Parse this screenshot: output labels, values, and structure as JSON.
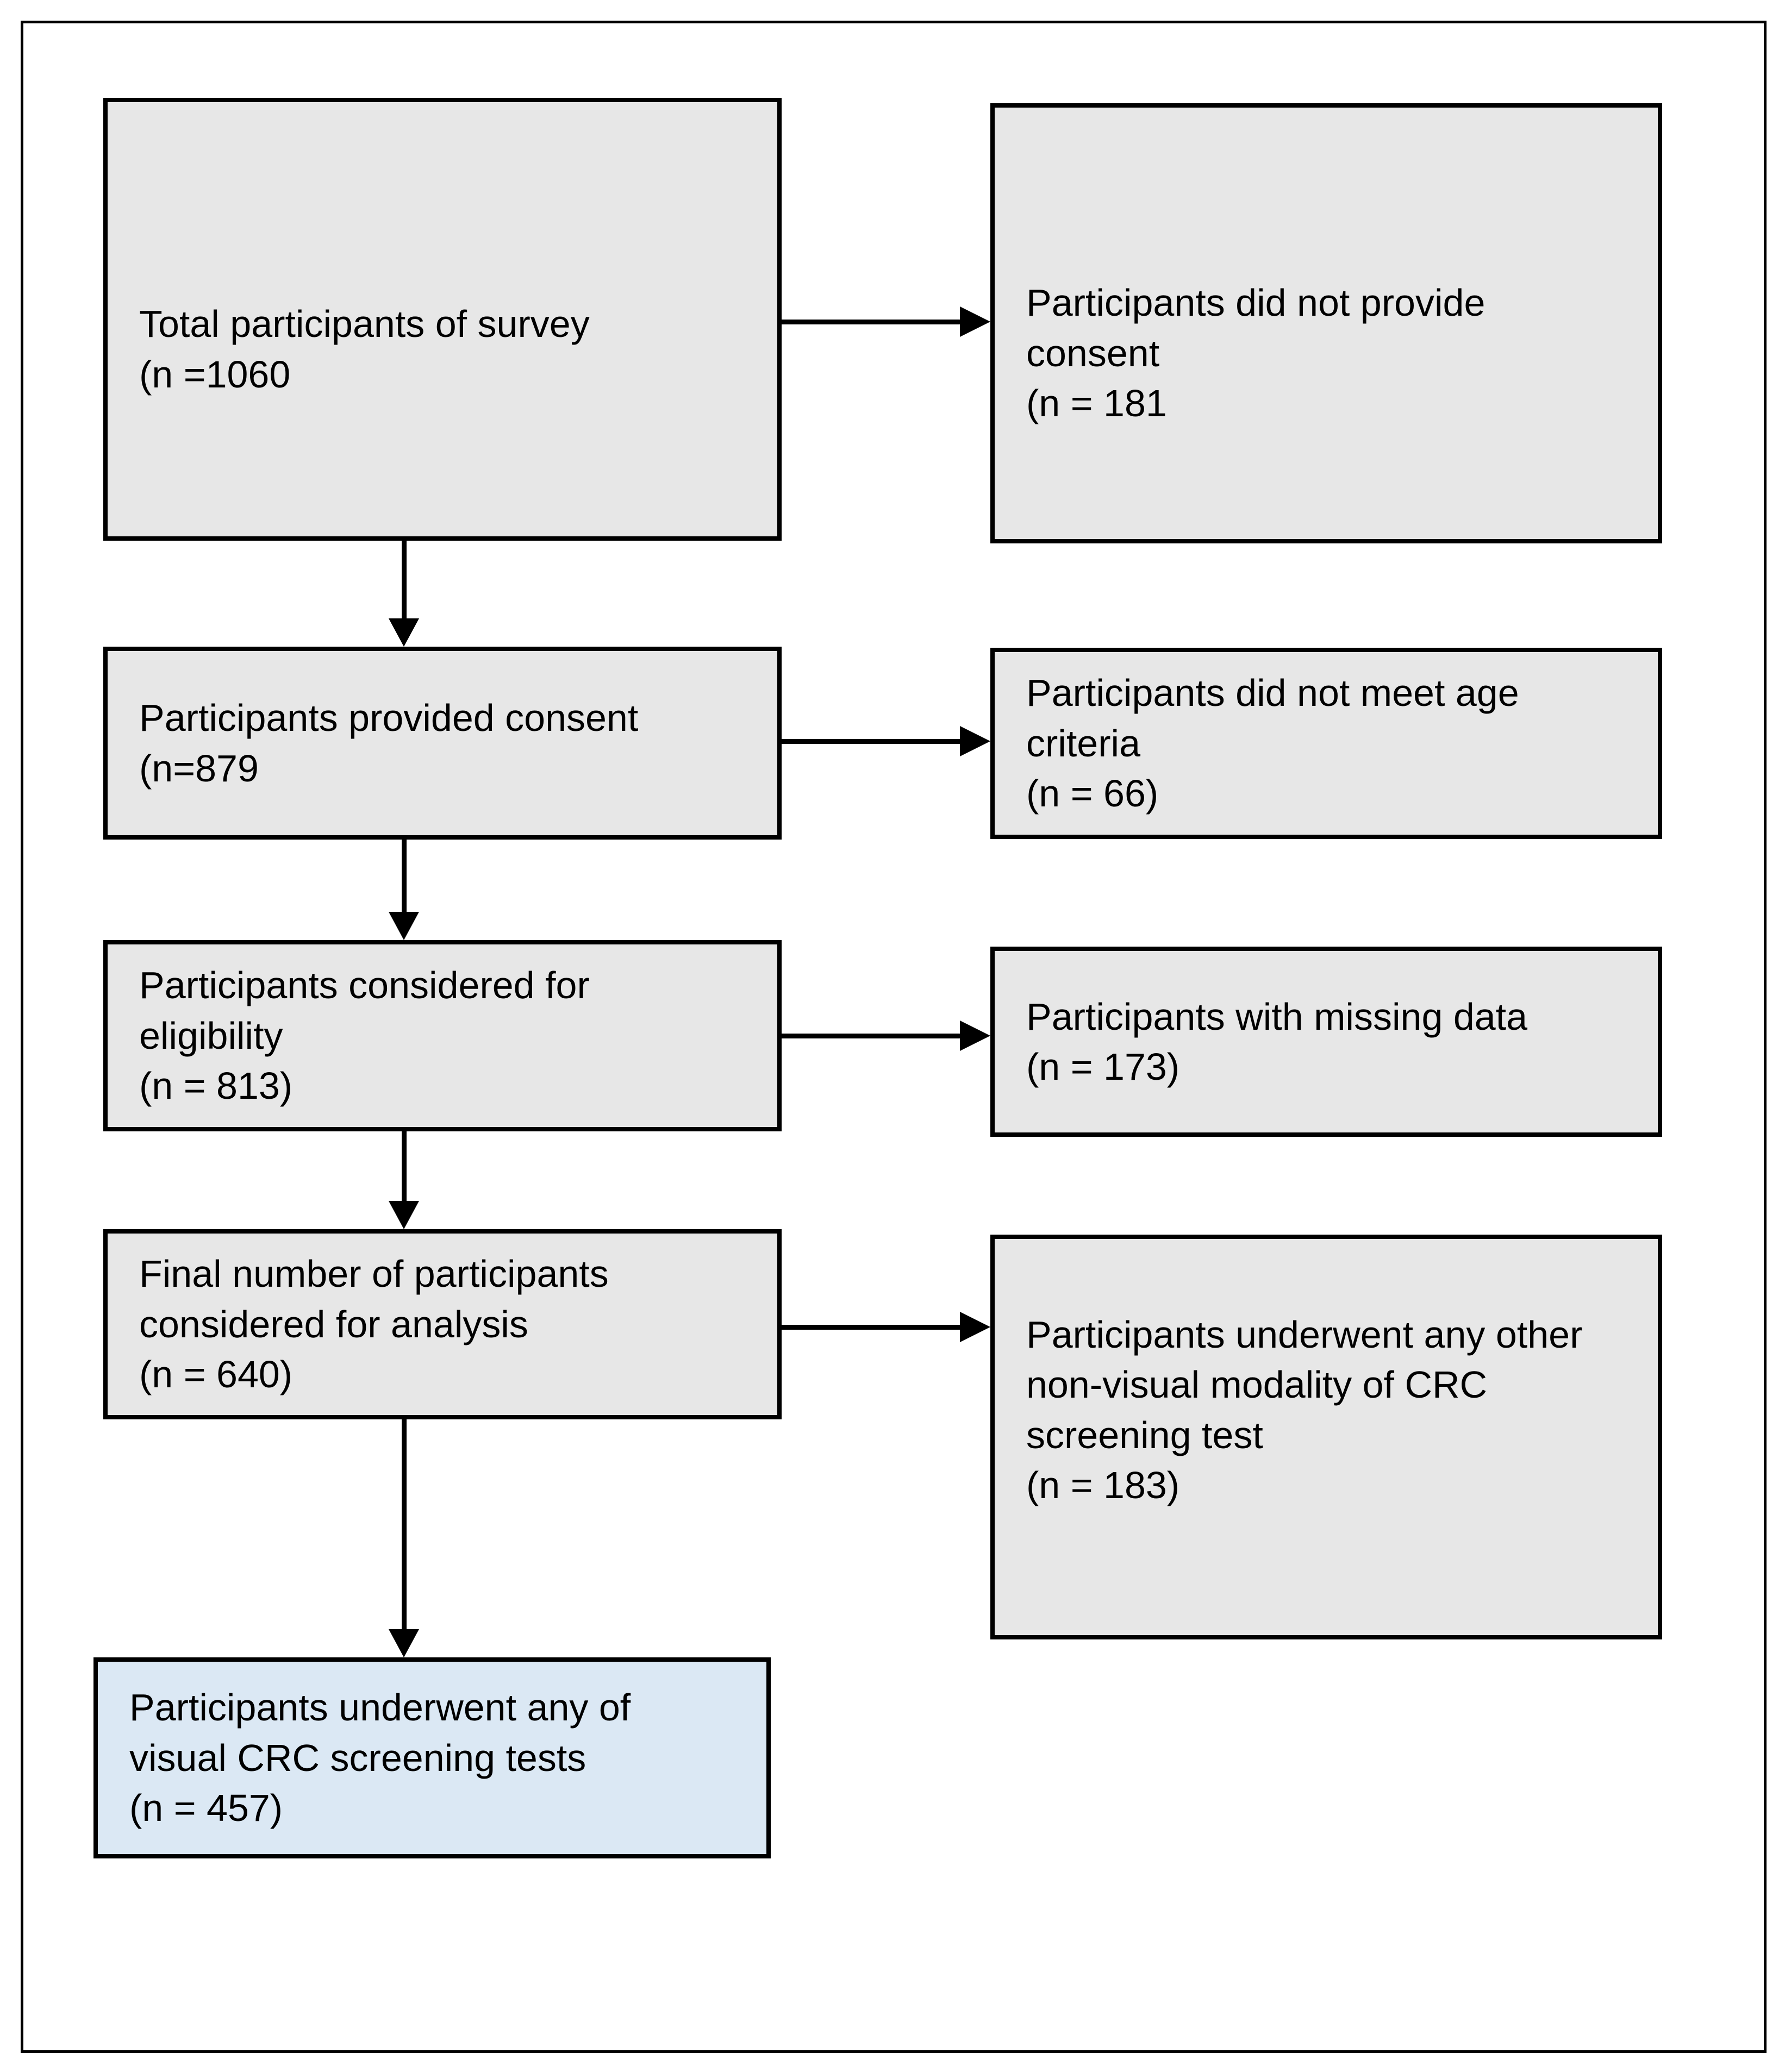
{
  "colors": {
    "background": "#ffffff",
    "border": "#000000",
    "box_fill": "#e7e7e7",
    "highlight_fill": "#dbe8f4",
    "arrow": "#000000",
    "text": "#000000"
  },
  "flowchart": {
    "type": "participant-flow-diagram",
    "boxes": {
      "total": {
        "label": "Total participants of survey\n(n =1060",
        "n": 1060
      },
      "no_consent": {
        "label": "Participants did not provide\nconsent\n(n = 181",
        "n": 181
      },
      "provided_consent": {
        "label": "Participants provided consent\n(n=879",
        "n": 879
      },
      "age_criteria": {
        "label": "Participants did not meet age\ncriteria\n(n = 66)",
        "n": 66
      },
      "eligibility": {
        "label": "Participants considered for\neligibility\n(n = 813)",
        "n": 813
      },
      "missing_data": {
        "label": "Participants with missing data\n(n = 173)",
        "n": 173
      },
      "final_analysis": {
        "label": "Final number of participants\nconsidered for analysis\n(n = 640)",
        "n": 640
      },
      "nonvisual_screening": {
        "label": "Participants underwent any other\nnon-visual modality of CRC\nscreening test\n(n = 183)",
        "n": 183
      },
      "visual_screening": {
        "label": "Participants underwent any of\nvisual CRC screening tests\n(n = 457)",
        "n": 457
      }
    },
    "edges": [
      {
        "from": "total",
        "to": "no_consent",
        "direction": "right"
      },
      {
        "from": "total",
        "to": "provided_consent",
        "direction": "down"
      },
      {
        "from": "provided_consent",
        "to": "age_criteria",
        "direction": "right"
      },
      {
        "from": "provided_consent",
        "to": "eligibility",
        "direction": "down"
      },
      {
        "from": "eligibility",
        "to": "missing_data",
        "direction": "right"
      },
      {
        "from": "eligibility",
        "to": "final_analysis",
        "direction": "down"
      },
      {
        "from": "final_analysis",
        "to": "nonvisual_screening",
        "direction": "right"
      },
      {
        "from": "final_analysis",
        "to": "visual_screening",
        "direction": "down"
      }
    ]
  }
}
